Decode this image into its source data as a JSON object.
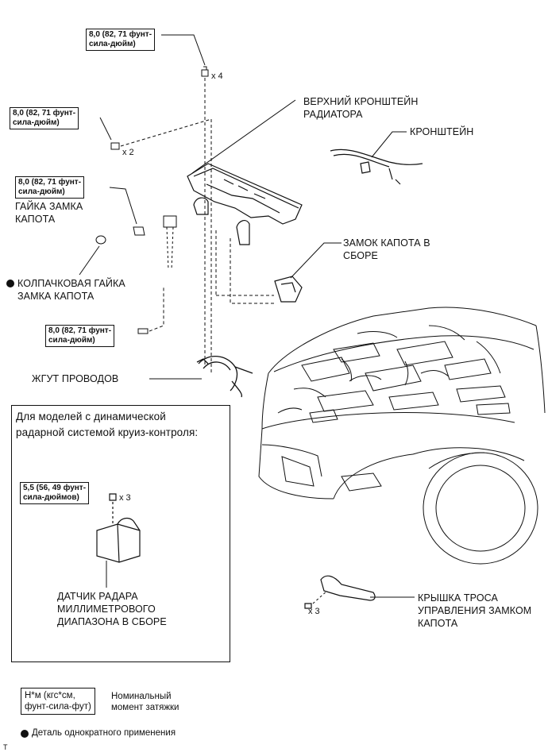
{
  "torque": {
    "top": "8,0 (82, 71 фунт-\nсила-дюйм)",
    "left_upper": "8,0 (82, 71 фунт-\nсила-дюйм)",
    "hood_lock_nut": "8,0 (82, 71 фунт-\nсила-дюйм)",
    "lower": "8,0 (82, 71 фунт-\nсила-дюйм)",
    "radar": "5,5 (56, 49 фунт-\nсила-дюймов)"
  },
  "counts": {
    "top": "x 4",
    "left_upper": "x 2",
    "radar": "x 3",
    "cable_cover": "x 3"
  },
  "labels": {
    "upper_bracket": "ВЕРХНИЙ КРОНШТЕЙН\nРАДИАТОРА",
    "bracket": "КРОНШТЕЙН",
    "hood_lock_nut": "ГАЙКА ЗАМКА\nКАПОТА",
    "cap_nut": "КОЛПАЧКОВАЯ ГАЙКА\nЗАМКА КАПОТА",
    "hood_lock_assy": "ЗАМОК КАПОТА В\nСБОРЕ",
    "wire_harness": "ЖГУТ ПРОВОДОВ",
    "radar_sensor": "ДАТЧИК РАДАРА\nМИЛЛИМЕТРОВОГО\nДИАПАЗОНА В СБОРЕ",
    "cable_cover": "КРЫШКА ТРОСА\nУПРАВЛЕНИЯ ЗАМКОМ\nКАПОТА"
  },
  "inset": {
    "title": "Для моделей с динамической\nрадарной системой круиз-контроля:"
  },
  "legend": {
    "unit_box": "Н*м (кгс*см,\nфунт-сила-фут)",
    "unit_desc": "Номинальный\nмомент затяжки",
    "single_use": "Деталь однократного применения"
  },
  "footer": {
    "mark": "T"
  }
}
